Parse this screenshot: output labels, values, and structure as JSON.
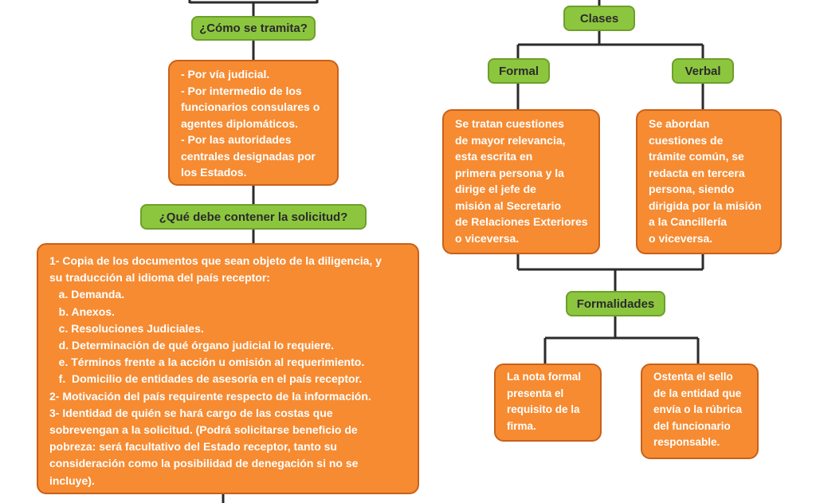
{
  "left": {
    "question1": "¿Cómo se tramita?",
    "tramite_lines": [
      "- Por vía judicial.",
      "- Por intermedio de los",
      "funcionarios consulares o",
      "agentes diplomáticos.",
      "- Por las autoridades",
      "centrales designadas por",
      "los Estados."
    ],
    "question2": "¿Qué debe contener la solicitud?",
    "solicitud_lines": [
      "1- Copia de los documentos que sean objeto de la diligencia, y",
      "su traducción al idioma del país receptor:",
      "   a. Demanda.",
      "   b. Anexos.",
      "   c. Resoluciones Judiciales.",
      "   d. Determinación de qué órgano judicial lo requiere.",
      "   e. Términos frente a la acción u omisión al requerimiento.",
      "   f.  Domicilio de entidades de asesoría en el país receptor.",
      "2- Motivación del país requirente respecto de la información.",
      "3- Identidad de quién se hará cargo de las costas que",
      "sobrevengan a la solicitud. (Podrá solicitarse beneficio de",
      "pobreza: será facultativo del Estado receptor, tanto su",
      "consideración como la posibilidad de denegación si no se",
      "incluye)."
    ]
  },
  "right": {
    "clases": "Clases",
    "formal": "Formal",
    "verbal": "Verbal",
    "formal_lines": [
      "Se tratan cuestiones",
      "de mayor relevancia,",
      "esta escrita en",
      "primera persona y la",
      "dirige el jefe de",
      "misión al Secretario",
      "de Relaciones Exteriores",
      "o viceversa."
    ],
    "verbal_lines": [
      "Se abordan",
      "cuestiones de",
      "trámite común, se",
      "redacta en tercera",
      "persona, siendo",
      "dirigida por la misión",
      "a la Cancillería",
      "o viceversa."
    ],
    "formalidades": "Formalidades",
    "formalidad1_lines": [
      "La nota formal",
      "presenta el",
      "requisito de la",
      "firma."
    ],
    "formalidad2_lines": [
      "Ostenta el sello",
      "de la entidad que",
      "envía o la rúbrica",
      "del funcionario",
      "responsable."
    ]
  },
  "colors": {
    "green_fill": "#8cc63f",
    "green_border": "#6e9f2a",
    "orange_fill": "#f68b32",
    "orange_border": "#c8611a",
    "connector": "#2b2b2b"
  }
}
